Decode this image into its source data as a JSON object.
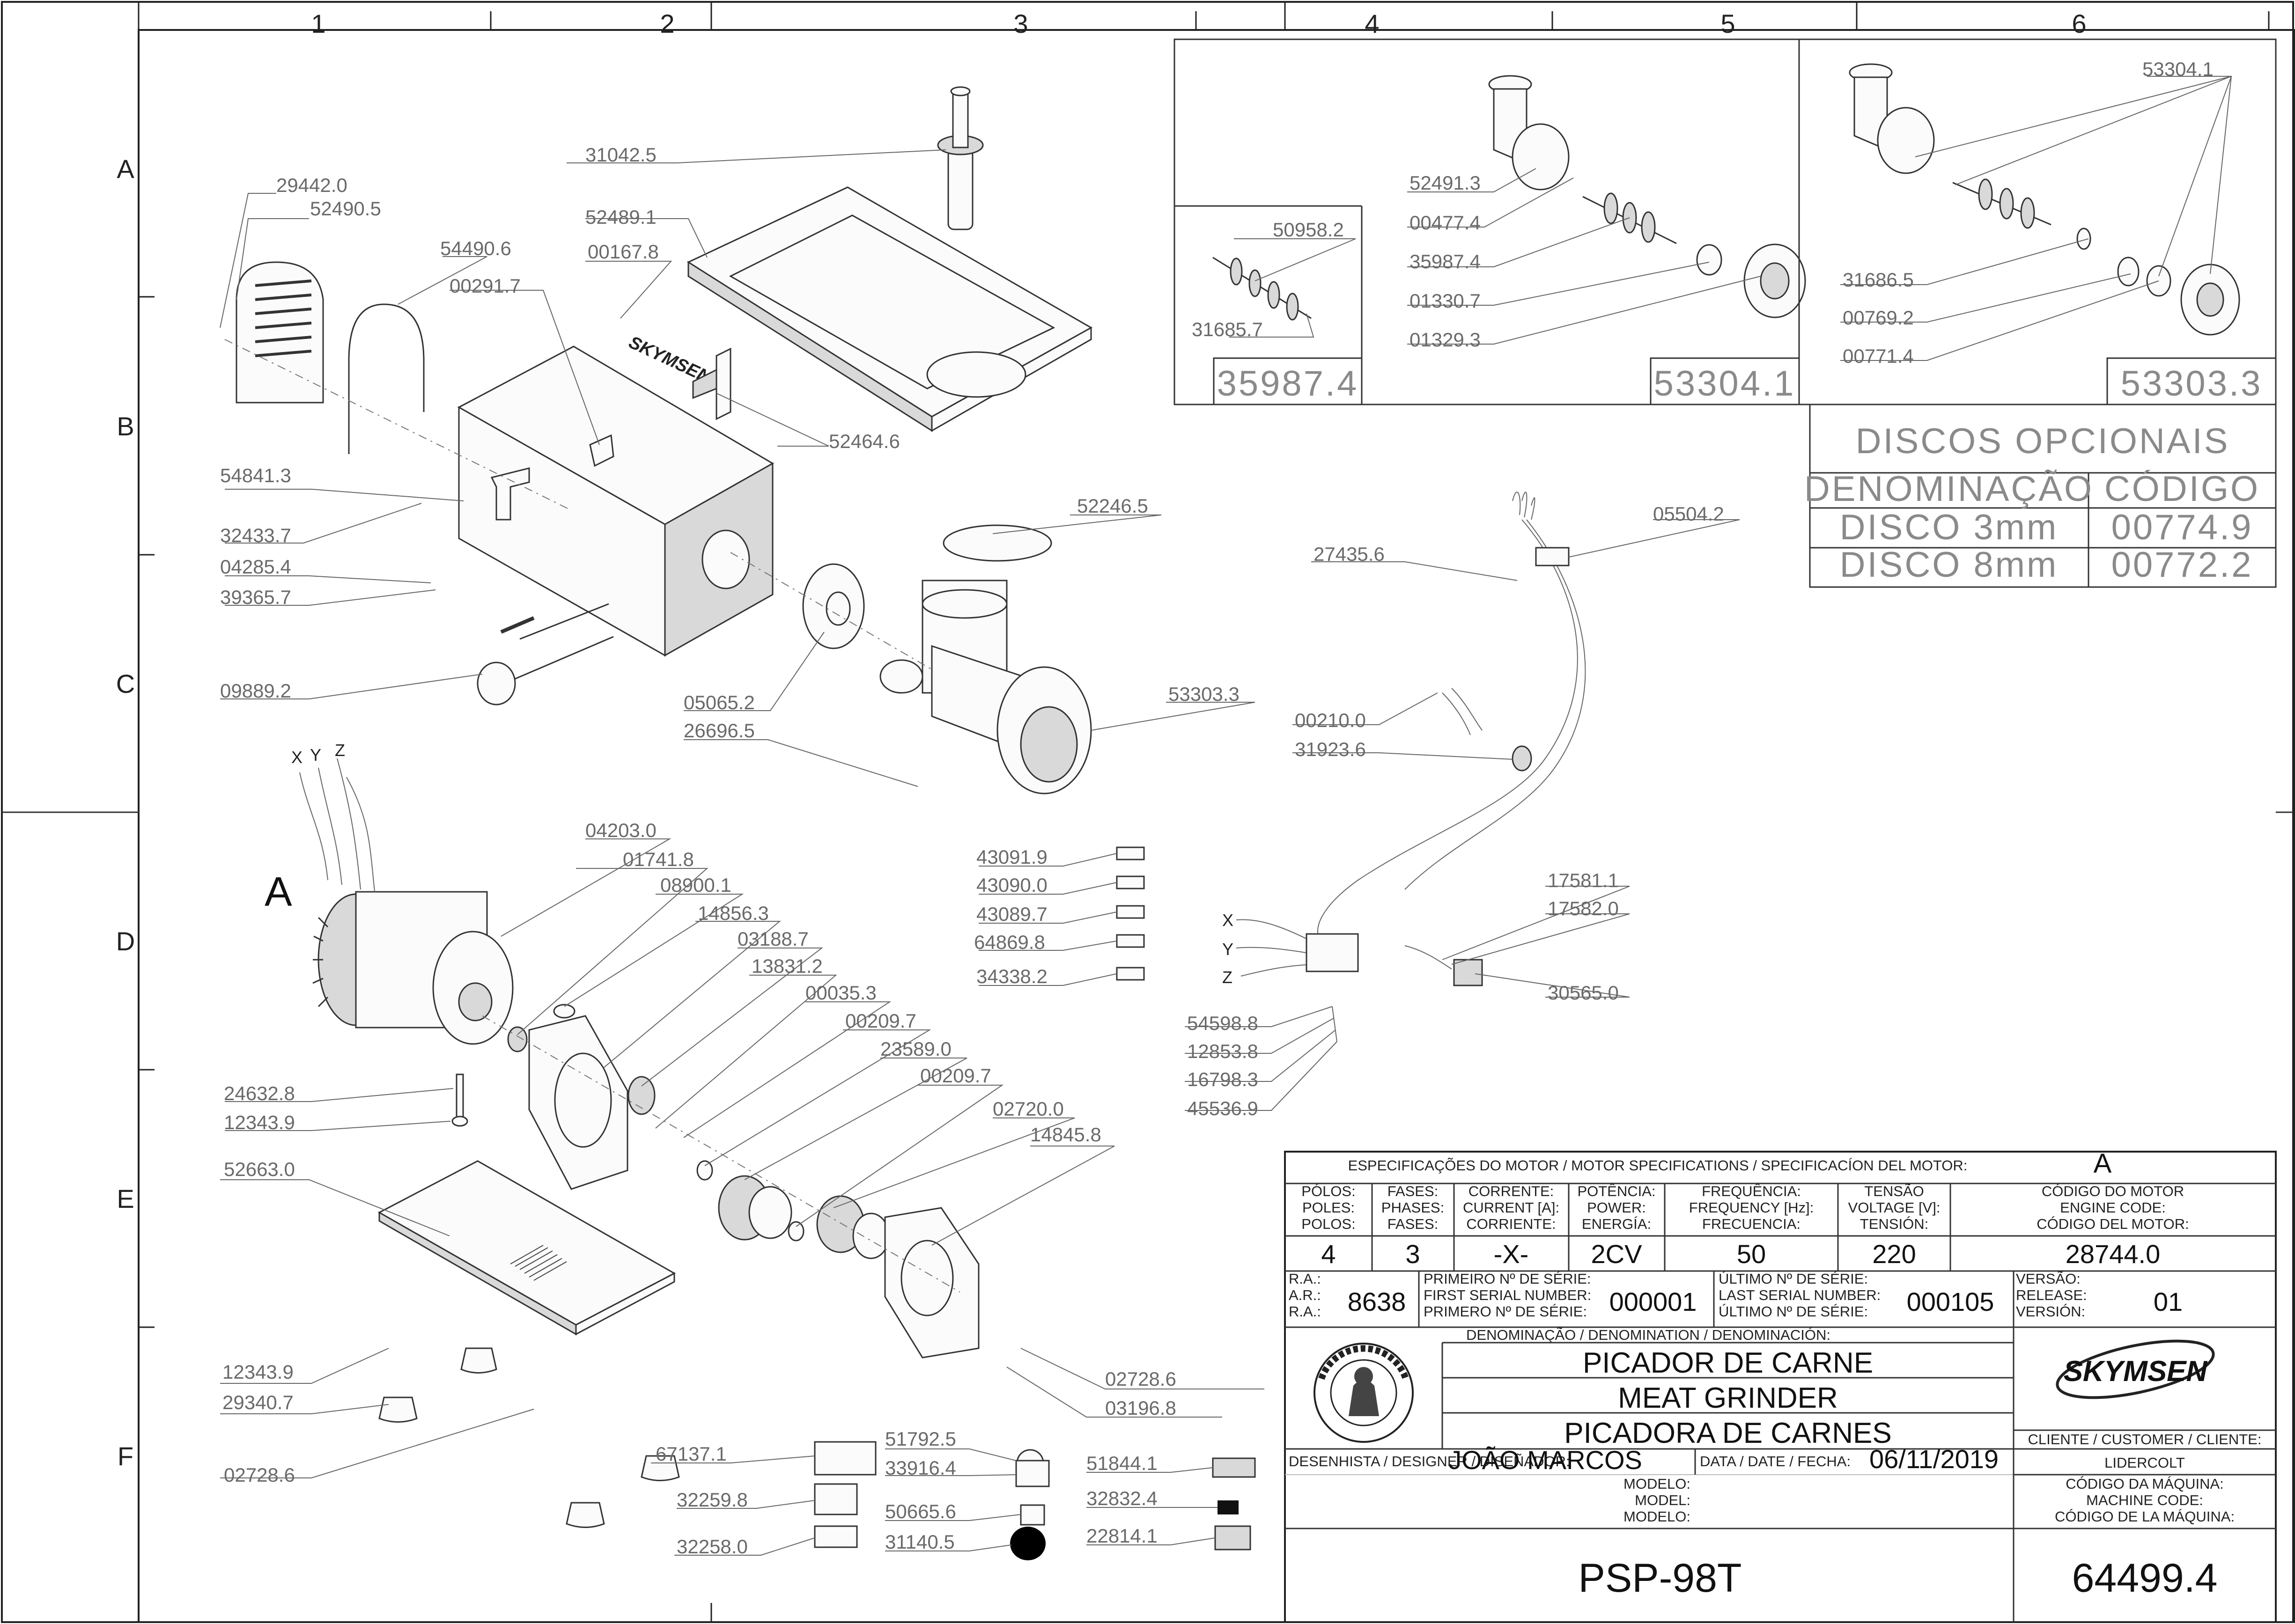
{
  "grid": {
    "columns": [
      "1",
      "2",
      "3",
      "4",
      "5",
      "6"
    ],
    "rows": [
      "A",
      "B",
      "C",
      "D",
      "E",
      "F"
    ]
  },
  "callouts": [
    {
      "id": "c1",
      "text": "31042.5"
    },
    {
      "id": "c2",
      "text": "29442.0"
    },
    {
      "id": "c3",
      "text": "52490.5"
    },
    {
      "id": "c4",
      "text": "52489.1"
    },
    {
      "id": "c5",
      "text": "00167.8"
    },
    {
      "id": "c6",
      "text": "54490.6"
    },
    {
      "id": "c7",
      "text": "00291.7"
    },
    {
      "id": "c8",
      "text": "52464.6"
    },
    {
      "id": "c9",
      "text": "54841.3"
    },
    {
      "id": "c10",
      "text": "32433.7"
    },
    {
      "id": "c11",
      "text": "04285.4"
    },
    {
      "id": "c12",
      "text": "39365.7"
    },
    {
      "id": "c13",
      "text": "52246.5"
    },
    {
      "id": "c14",
      "text": "09889.2"
    },
    {
      "id": "c15",
      "text": "05065.2"
    },
    {
      "id": "c16",
      "text": "26696.5"
    },
    {
      "id": "c17",
      "text": "53303.3"
    },
    {
      "id": "c18",
      "text": "04203.0"
    },
    {
      "id": "c19",
      "text": "01741.8"
    },
    {
      "id": "c20",
      "text": "08900.1"
    },
    {
      "id": "c21",
      "text": "14856.3"
    },
    {
      "id": "c22",
      "text": "03188.7"
    },
    {
      "id": "c23",
      "text": "13831.2"
    },
    {
      "id": "c24",
      "text": "00035.3"
    },
    {
      "id": "c25",
      "text": "00209.7"
    },
    {
      "id": "c26",
      "text": "23589.0"
    },
    {
      "id": "c27",
      "text": "00209.7"
    },
    {
      "id": "c28",
      "text": "24632.8"
    },
    {
      "id": "c29",
      "text": "12343.9"
    },
    {
      "id": "c30",
      "text": "52663.0"
    },
    {
      "id": "c31",
      "text": "02720.0"
    },
    {
      "id": "c32",
      "text": "14845.8"
    },
    {
      "id": "c33",
      "text": "02728.6"
    },
    {
      "id": "c34",
      "text": "03196.8"
    },
    {
      "id": "c35",
      "text": "12343.9"
    },
    {
      "id": "c36",
      "text": "29340.7"
    },
    {
      "id": "c37",
      "text": "02728.6"
    },
    {
      "id": "c38",
      "text": "43091.9"
    },
    {
      "id": "c39",
      "text": "43090.0"
    },
    {
      "id": "c40",
      "text": "43089.7"
    },
    {
      "id": "c41",
      "text": "64869.8"
    },
    {
      "id": "c42",
      "text": "34338.2"
    },
    {
      "id": "c43",
      "text": "67137.1"
    },
    {
      "id": "c44",
      "text": "32259.8"
    },
    {
      "id": "c45",
      "text": "32258.0"
    },
    {
      "id": "c46",
      "text": "51792.5"
    },
    {
      "id": "c47",
      "text": "33916.4"
    },
    {
      "id": "c48",
      "text": "50665.6"
    },
    {
      "id": "c49",
      "text": "31140.5"
    },
    {
      "id": "c50",
      "text": "51844.1"
    },
    {
      "id": "c51",
      "text": "32832.4"
    },
    {
      "id": "c52",
      "text": "22814.1"
    },
    {
      "id": "c53",
      "text": "50958.2"
    },
    {
      "id": "c54",
      "text": "31685.7"
    },
    {
      "id": "c55",
      "text": "52491.3"
    },
    {
      "id": "c56",
      "text": "00477.4"
    },
    {
      "id": "c57",
      "text": "35987.4"
    },
    {
      "id": "c58",
      "text": "01330.7"
    },
    {
      "id": "c59",
      "text": "01329.3"
    },
    {
      "id": "c60",
      "text": "53304.1"
    },
    {
      "id": "c61",
      "text": "31686.5"
    },
    {
      "id": "c62",
      "text": "00769.2"
    },
    {
      "id": "c63",
      "text": "00771.4"
    },
    {
      "id": "c64",
      "text": "05504.2"
    },
    {
      "id": "c65",
      "text": "27435.6"
    },
    {
      "id": "c66",
      "text": "00210.0"
    },
    {
      "id": "c67",
      "text": "31923.6"
    },
    {
      "id": "c68",
      "text": "17581.1"
    },
    {
      "id": "c69",
      "text": "17582.0"
    },
    {
      "id": "c70",
      "text": "30565.0"
    },
    {
      "id": "c71",
      "text": "54598.8"
    },
    {
      "id": "c72",
      "text": "12853.8"
    },
    {
      "id": "c73",
      "text": "16798.3"
    },
    {
      "id": "c74",
      "text": "45536.9"
    }
  ],
  "wire_labels": {
    "x": "X",
    "y": "Y",
    "z": "Z",
    "motor_view": "A"
  },
  "detail_boxes": {
    "box1": "35987.4",
    "box2": "53304.1",
    "box3": "53303.3"
  },
  "discos": {
    "title": "DISCOS OPCIONAIS",
    "header_name": "DENOMINAÇÃO",
    "header_code": "CÓDIGO",
    "rows": [
      {
        "name": "DISCO 3mm",
        "code": "00774.9"
      },
      {
        "name": "DISCO 8mm",
        "code": "00772.2"
      }
    ]
  },
  "title_block": {
    "motor_spec_heading": "ESPECIFICAÇÕES DO MOTOR / MOTOR SPECIFICATIONS / SPECIFICACÍON DEL MOTOR:",
    "motor_spec_ref": "A",
    "headers": [
      [
        "PÓLOS:",
        "POLES:",
        "POLOS:"
      ],
      [
        "FASES:",
        "PHASES:",
        "FASES:"
      ],
      [
        "CORRENTE:",
        "CURRENT [A]:",
        "CORRIENTE:"
      ],
      [
        "POTÊNCIA:",
        "POWER:",
        "ENERGÍA:"
      ],
      [
        "FREQUÊNCIA:",
        "FREQUENCY [Hz]:",
        "FRECUENCIA:"
      ],
      [
        "TENSÃO",
        "VOLTAGE [V]:",
        "TENSIÓN:"
      ],
      [
        "CÓDIGO DO MOTOR",
        "ENGINE CODE:",
        "CÓDIGO DEL MOTOR:"
      ]
    ],
    "values": [
      "4",
      "3",
      "-X-",
      "2CV",
      "50",
      "220",
      "28744.0"
    ],
    "ra_labels": [
      "R.A.:",
      "A.R.:",
      "R.A.:"
    ],
    "ra_value": "8638",
    "first_serial_labels": [
      "PRIMEIRO Nº DE SÉRIE:",
      "FIRST SERIAL NUMBER:",
      "PRIMERO Nº DE SÉRIE:"
    ],
    "first_serial": "000001",
    "last_serial_labels": [
      "ÚLTIMO Nº DE SÉRIE:",
      "LAST SERIAL NUMBER:",
      "ÚLTIMO Nº DE SÉRIE:"
    ],
    "last_serial": "000105",
    "version_labels": [
      "VERSÃO:",
      "RELEASE:",
      "VERSIÓN:"
    ],
    "version": "01",
    "denomination_label": "DENOMINAÇÃO / DENOMINATION / DENOMINACIÓN:",
    "names": [
      "PICADOR DE CARNE",
      "MEAT GRINDER",
      "PICADORA DE CARNES"
    ],
    "brand": "SKYMSEN",
    "client_label": "CLIENTE / CUSTOMER / CLIENTE:",
    "client": "LIDERCOLT",
    "designer_label": "DESENHISTA / DESIGNER / DISEÑADOR:",
    "designer": "JOÃO MARCOS",
    "date_label": "DATA / DATE / FECHA:",
    "date": "06/11/2019",
    "model_labels": [
      "MODELO:",
      "MODEL:",
      "MODELO:"
    ],
    "model": "PSP-98T",
    "machine_code_labels": [
      "CÓDIGO DA MÁQUINA:",
      "MACHINE CODE:",
      "CÓDIGO DE LA MÁQUINA:"
    ],
    "machine_code": "64499.4"
  }
}
